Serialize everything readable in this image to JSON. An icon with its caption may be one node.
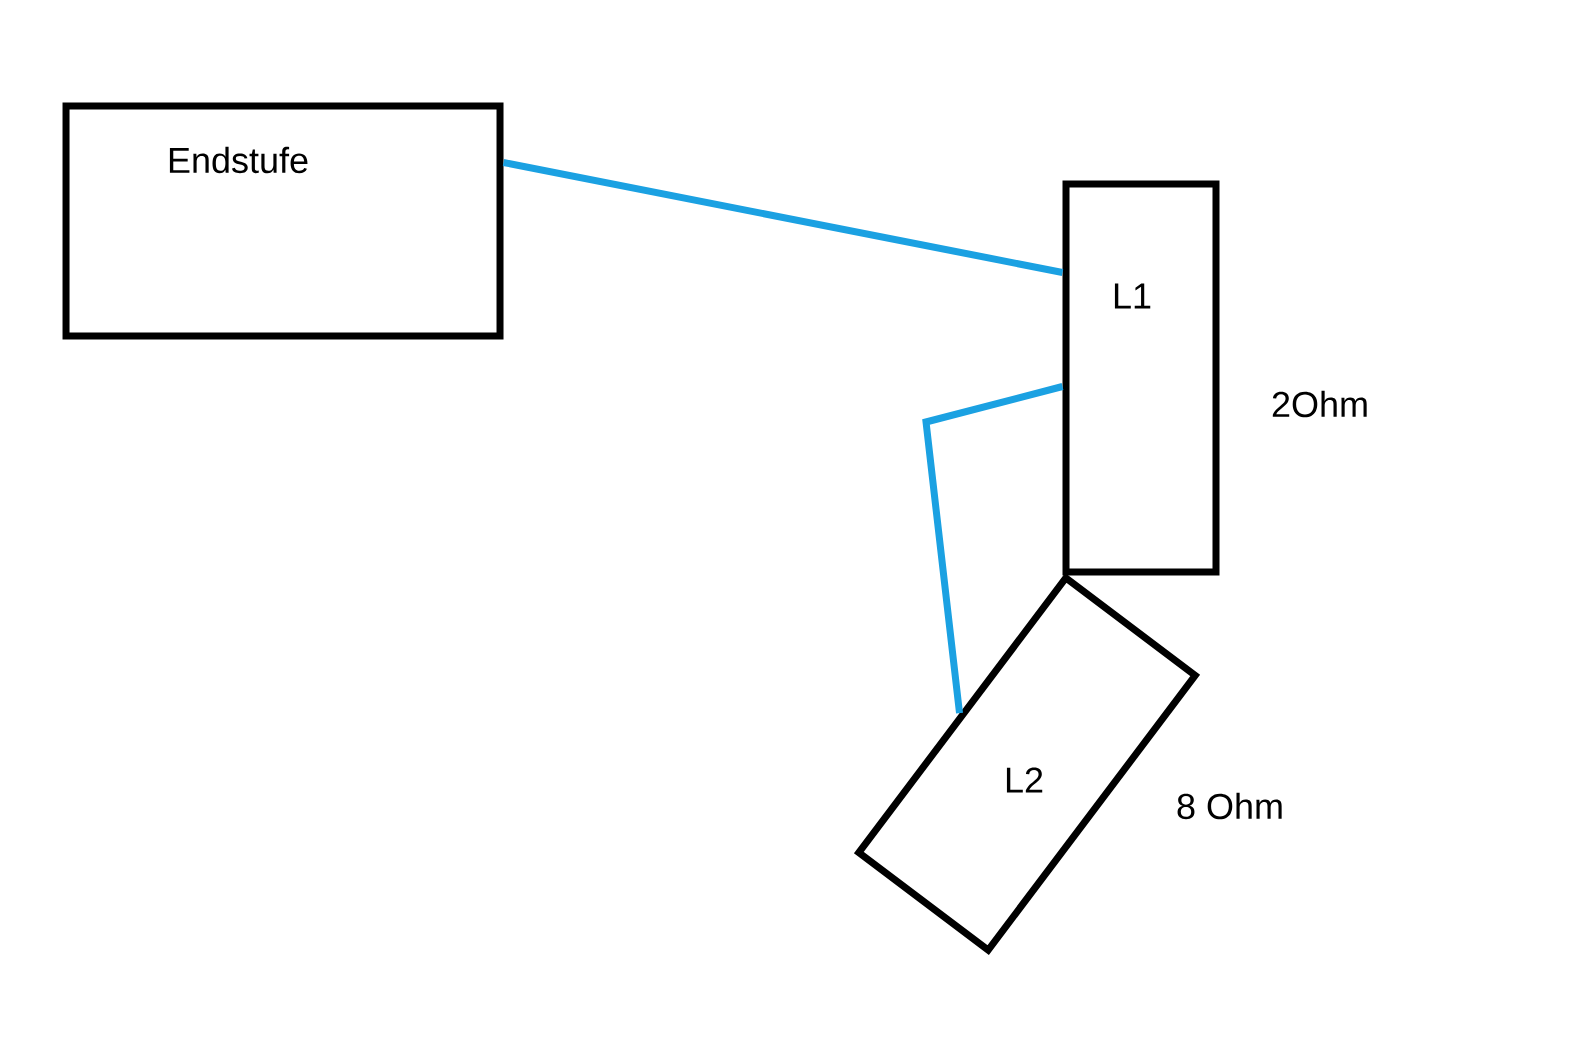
{
  "diagram": {
    "nodes": [
      {
        "text": [
          "Endstufe"
        ]
      },
      {
        "text": [
          "L1"
        ],
        "beside": [
          "2Ohm"
        ]
      },
      {
        "text": [
          "L2"
        ],
        "beside": [
          "8 Ohm"
        ]
      }
    ],
    "edges": [
      {
        "from": 0,
        "to": 1,
        "arrow": "none"
      },
      {
        "from": 1,
        "to": 2,
        "arrow": "none"
      }
    ]
  }
}
